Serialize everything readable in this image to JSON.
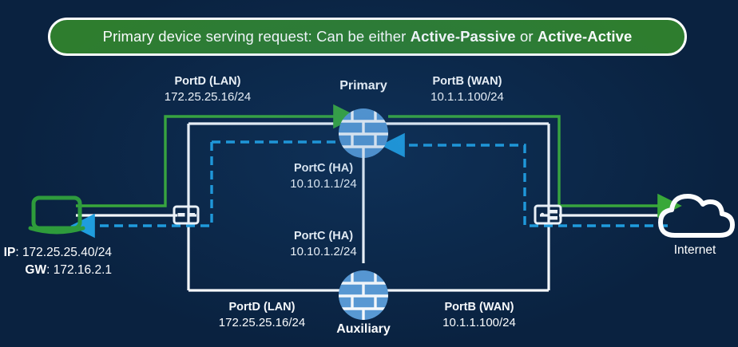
{
  "banner": {
    "prefix": "Primary device serving request: Can be either ",
    "bold1": "Active-Passive",
    "middle": " or ",
    "bold2": "Active-Active",
    "bg_color": "#2e7d2e",
    "border_color": "#ffffff"
  },
  "colors": {
    "flow_forward": "#3aaa35",
    "flow_return": "#1f9fe0",
    "link": "#ffffff",
    "device": "#5b9bd5",
    "laptop": "#2e9c3a",
    "background_dark": "#07203f",
    "background_light": "#16508f"
  },
  "labels": {
    "primary_lan": {
      "port": "PortD (LAN)",
      "ip": "172.25.25.16/24"
    },
    "primary_wan": {
      "port": "PortB (WAN)",
      "ip": "10.1.1.100/24"
    },
    "primary_ha": {
      "port": "PortC (HA)",
      "ip": "10.10.1.1/24"
    },
    "auxiliary_ha": {
      "port": "PortC (HA)",
      "ip": "10.10.1.2/24"
    },
    "auxiliary_lan": {
      "port": "PortD (LAN)",
      "ip": "172.25.25.16/24"
    },
    "auxiliary_wan": {
      "port": "PortB (WAN)",
      "ip": "10.1.1.100/24"
    }
  },
  "devices": {
    "primary_name": "Primary",
    "auxiliary_name": "Auxiliary",
    "cloud_name": "Internet"
  },
  "client": {
    "ip_label": "IP",
    "ip_value": "172.25.25.40/24",
    "gw_label": "GW",
    "gw_value": "172.16.2.1"
  }
}
